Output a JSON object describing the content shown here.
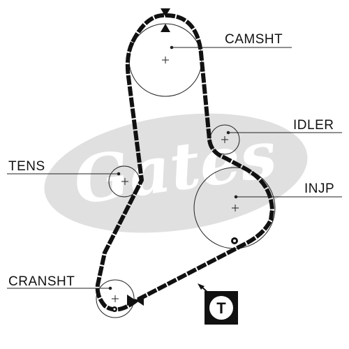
{
  "diagram": {
    "watermark": {
      "text": "Gates",
      "icon": "gates-logo-watermark",
      "color": "#d9d9d9"
    },
    "pulleys": [
      {
        "id": "camshaft",
        "label": "CAMSHT"
      },
      {
        "id": "idler",
        "label": "IDLER"
      },
      {
        "id": "tensioner",
        "label": "TENS"
      },
      {
        "id": "injection-pump",
        "label": "INJP"
      },
      {
        "id": "crankshaft",
        "label": "CRANSHT"
      }
    ],
    "badge": {
      "letter": "T",
      "icon": "tensioner-badge-icon"
    },
    "colors": {
      "belt": "#111111",
      "lines": "#222222",
      "badge_bg": "#111111",
      "badge_fg": "#ffffff"
    }
  }
}
